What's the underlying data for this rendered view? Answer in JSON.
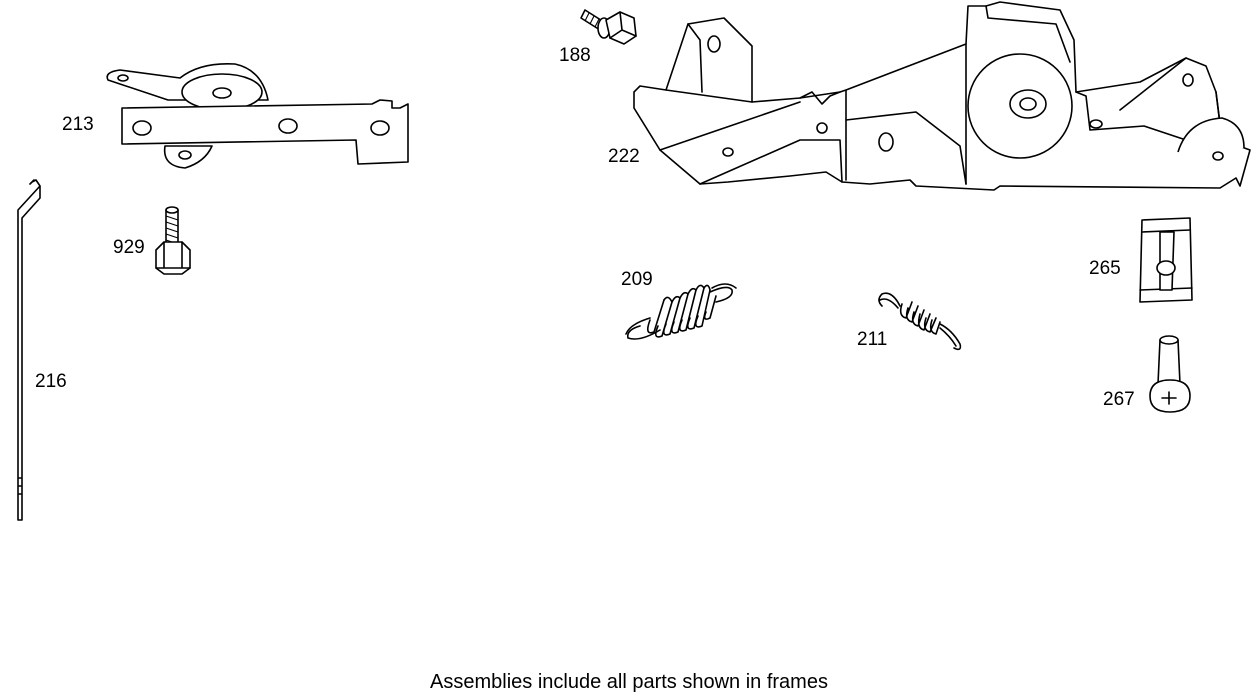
{
  "diagram": {
    "parts": [
      {
        "id": "188",
        "label": "188"
      },
      {
        "id": "213",
        "label": "213"
      },
      {
        "id": "222",
        "label": "222"
      },
      {
        "id": "929",
        "label": "929"
      },
      {
        "id": "216",
        "label": "216"
      },
      {
        "id": "209",
        "label": "209"
      },
      {
        "id": "211",
        "label": "211"
      },
      {
        "id": "265",
        "label": "265"
      },
      {
        "id": "267",
        "label": "267"
      }
    ],
    "footer": "Assemblies include all parts shown in frames"
  }
}
